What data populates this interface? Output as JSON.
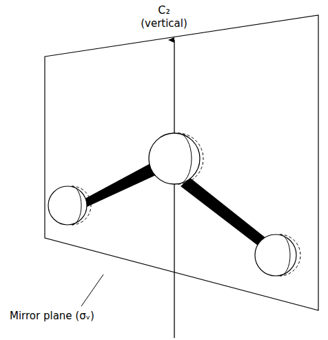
{
  "diagram": {
    "labels": [
      "C₂",
      "(vertical)",
      "Mirror plane (σᵥ)"
    ]
  }
}
